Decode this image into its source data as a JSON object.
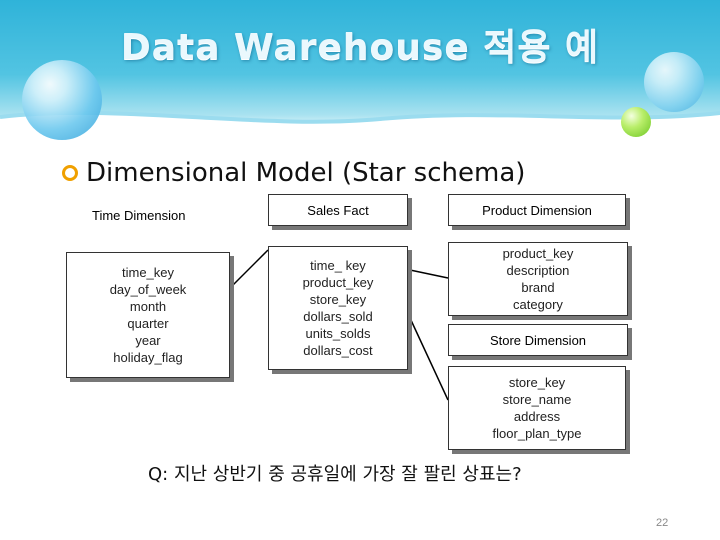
{
  "title": "Data Warehouse 적용 예",
  "bullet": "Dimensional Model (Star schema)",
  "time_dimension": {
    "label": "Time Dimension",
    "fields": "time_key\nday_of_week\nmonth\nquarter\nyear\nholiday_flag"
  },
  "sales_fact": {
    "label": "Sales Fact",
    "fields": "time_ key\nproduct_key\nstore_key\ndollars_sold\nunits_solds\ndollars_cost"
  },
  "product_dimension": {
    "label": "Product Dimension",
    "fields": "product_key\ndescription\nbrand\ncategory"
  },
  "store_dimension": {
    "label": "Store Dimension",
    "fields": "store_key\nstore_name\naddress\nfloor_plan_type"
  },
  "question": "Q: 지난 상반기 중 공휴일에 가장 잘 팔린 상표는?",
  "page_number": "22"
}
